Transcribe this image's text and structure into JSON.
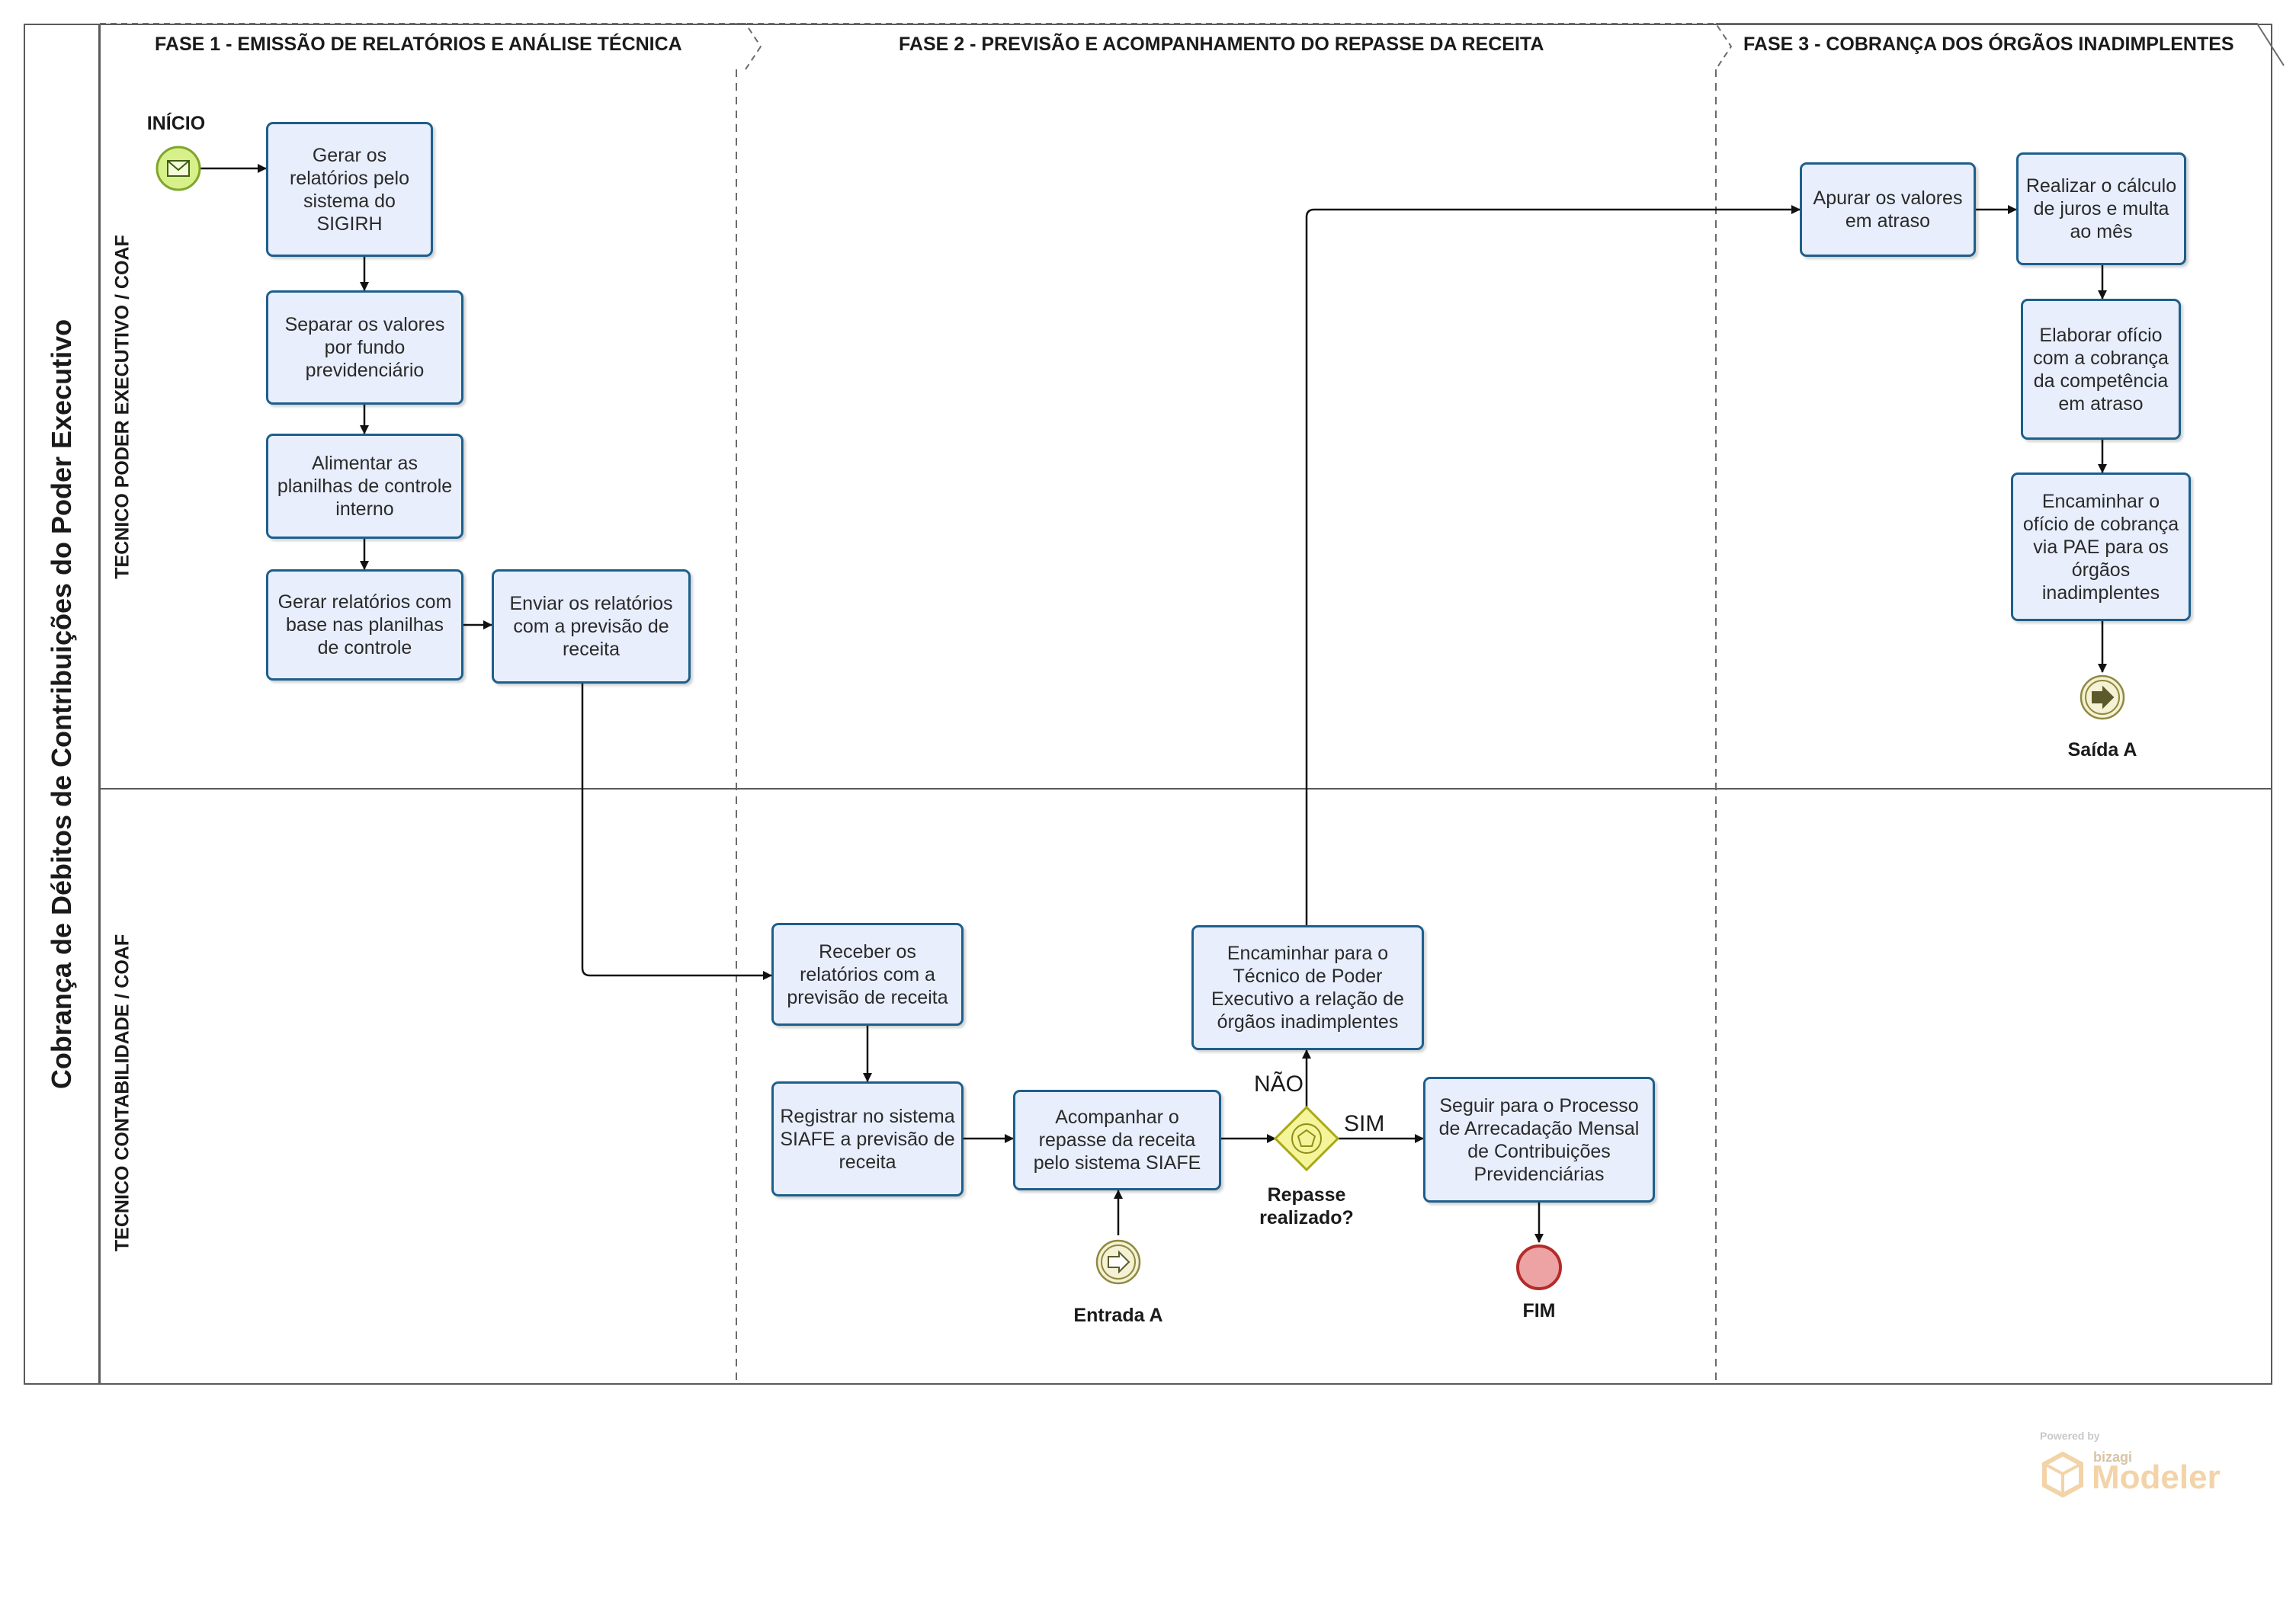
{
  "pool": {
    "title": "Cobrança de Débitos de Contribuições do Poder Executivo"
  },
  "lanes": [
    {
      "title": "TECNICO PODER EXECUTIVO / COAF"
    },
    {
      "title": "TECNICO CONTABILIDADE / COAF"
    }
  ],
  "phases": [
    {
      "title": "FASE 1 - EMISSÃO DE RELATÓRIOS E ANÁLISE TÉCNICA"
    },
    {
      "title": "FASE 2 - PREVISÃO E ACOMPANHAMENTO DO REPASSE DA RECEITA"
    },
    {
      "title": "FASE 3 - COBRANÇA DOS ÓRGÃOS INADIMPLENTES"
    }
  ],
  "events": {
    "start": "INÍCIO",
    "end": "FIM",
    "link_in": "Entrada A",
    "link_out": "Saída A"
  },
  "tasks": {
    "t1": "Gerar os relatórios pelo sistema do SIGIRH",
    "t2": "Separar os valores por fundo previdenciário",
    "t3": "Alimentar as planilhas de controle interno",
    "t4": "Gerar relatórios com base nas planilhas de controle",
    "t5": "Enviar os relatórios com a previsão de receita",
    "t6": "Receber os relatórios com a previsão de receita",
    "t7": "Registrar no sistema SIAFE a previsão de receita",
    "t8": "Acompanhar o repasse da receita pelo sistema SIAFE",
    "t9": "Encaminhar para o Técnico de Poder Executivo a relação de órgãos inadimplentes",
    "t10": "Seguir para o Processo de Arrecadação Mensal de Contribuições Previdenciárias",
    "t11": "Apurar os valores em atraso",
    "t12": "Realizar o cálculo de juros e multa ao mês",
    "t13": "Elaborar ofício com a cobrança da competência em atraso",
    "t14": "Encaminhar o ofício de cobrança via PAE para os órgãos inadimplentes"
  },
  "gateway": {
    "question": "Repasse realizado?",
    "yes": "SIM",
    "no": "NÃO"
  },
  "watermark": {
    "powered": "Powered by",
    "brand": "bizagi",
    "product": "Modeler"
  },
  "colors": {
    "task_fill": "#e8eefc",
    "task_border": "#1d5f8c",
    "start_fill": "#d7f08a",
    "start_border": "#7fa629",
    "end_fill": "#eda3a3",
    "end_border": "#b52a2a",
    "gateway_fill": "#f6f49a",
    "gateway_border": "#a6a81a",
    "link_fill": "#f4f1d4",
    "link_border": "#8f8940"
  },
  "icons": [
    "envelope-icon",
    "link-arrow-icon",
    "pentagon-icon"
  ]
}
